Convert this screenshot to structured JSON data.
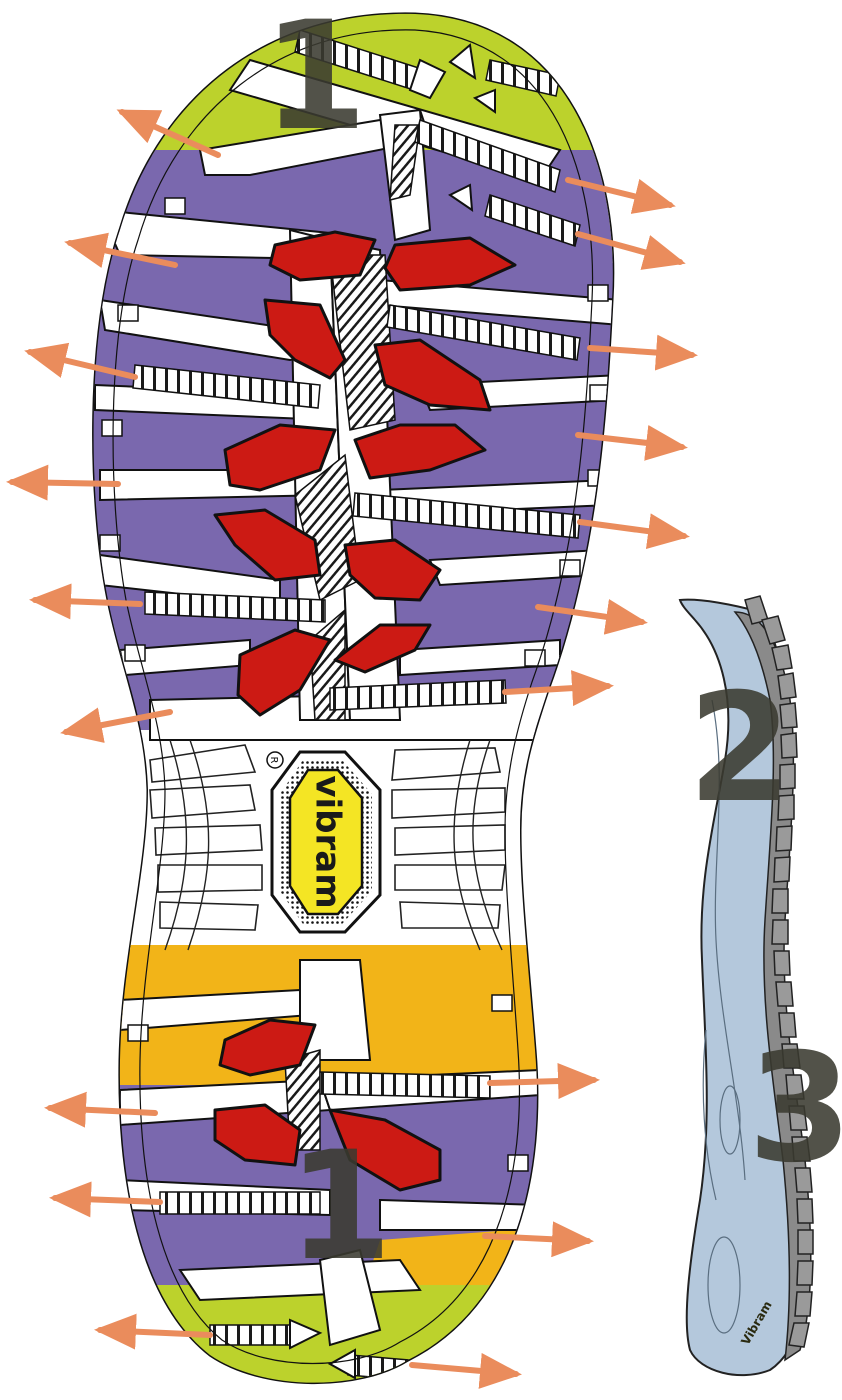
{
  "brand": {
    "name": "vibram",
    "registered_mark": "R",
    "small_logo_text": "Vibram"
  },
  "zone_labels": {
    "forefoot_top": "1",
    "heel": "1",
    "side_arch": "2",
    "side_heel": "3"
  },
  "colors": {
    "lime": "#bcd22c",
    "purple": "#7a68ae",
    "red": "#cc1a14",
    "amber": "#f2b418",
    "yellow_logo": "#f4e524",
    "arrow": "#ea8c5c",
    "side_blue": "#b4c8dc",
    "side_grey": "#8a8a8a",
    "label_grey": "#3a3a30"
  },
  "icons": {
    "arrows": "outward-arrow-icon",
    "logo": "vibram-octagon-logo"
  }
}
